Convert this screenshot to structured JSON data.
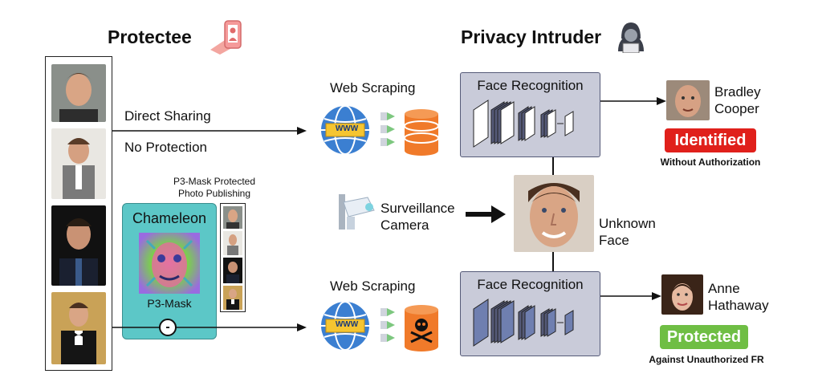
{
  "protectee": {
    "title": "Protectee"
  },
  "intruder": {
    "title": "Privacy Intruder"
  },
  "paths": {
    "direct_sharing": "Direct Sharing",
    "no_protection": "No Protection",
    "p3_publishing_line1": "P3-Mask Protected",
    "p3_publishing_line2": "Photo Publishing"
  },
  "chameleon": {
    "title": "Chameleon",
    "mask_label": "P3-Mask",
    "op_symbol": "-"
  },
  "top_pipeline": {
    "scraping": "Web Scraping",
    "www": "WWW",
    "fr_title": "Face Recognition",
    "result_line1": "Bradley",
    "result_line2": "Cooper",
    "badge": "Identified",
    "caption": "Without Authorization"
  },
  "middle": {
    "camera_line1": "Surveillance",
    "camera_line2": "Camera",
    "face_line1": "Unknown",
    "face_line2": "Face"
  },
  "bottom_pipeline": {
    "scraping": "Web Scraping",
    "www": "WWW",
    "fr_title": "Face Recognition",
    "result_line1": "Anne",
    "result_line2": "Hathaway",
    "badge": "Protected",
    "caption": "Against Unauthorized FR"
  },
  "colors": {
    "identified": "#e0201b",
    "protected": "#6fbe44",
    "chameleon_bg": "#5cc7c7",
    "fr_box": "#c9cbd9",
    "database": "#f07a2a",
    "globe": "#3b7fd1"
  }
}
